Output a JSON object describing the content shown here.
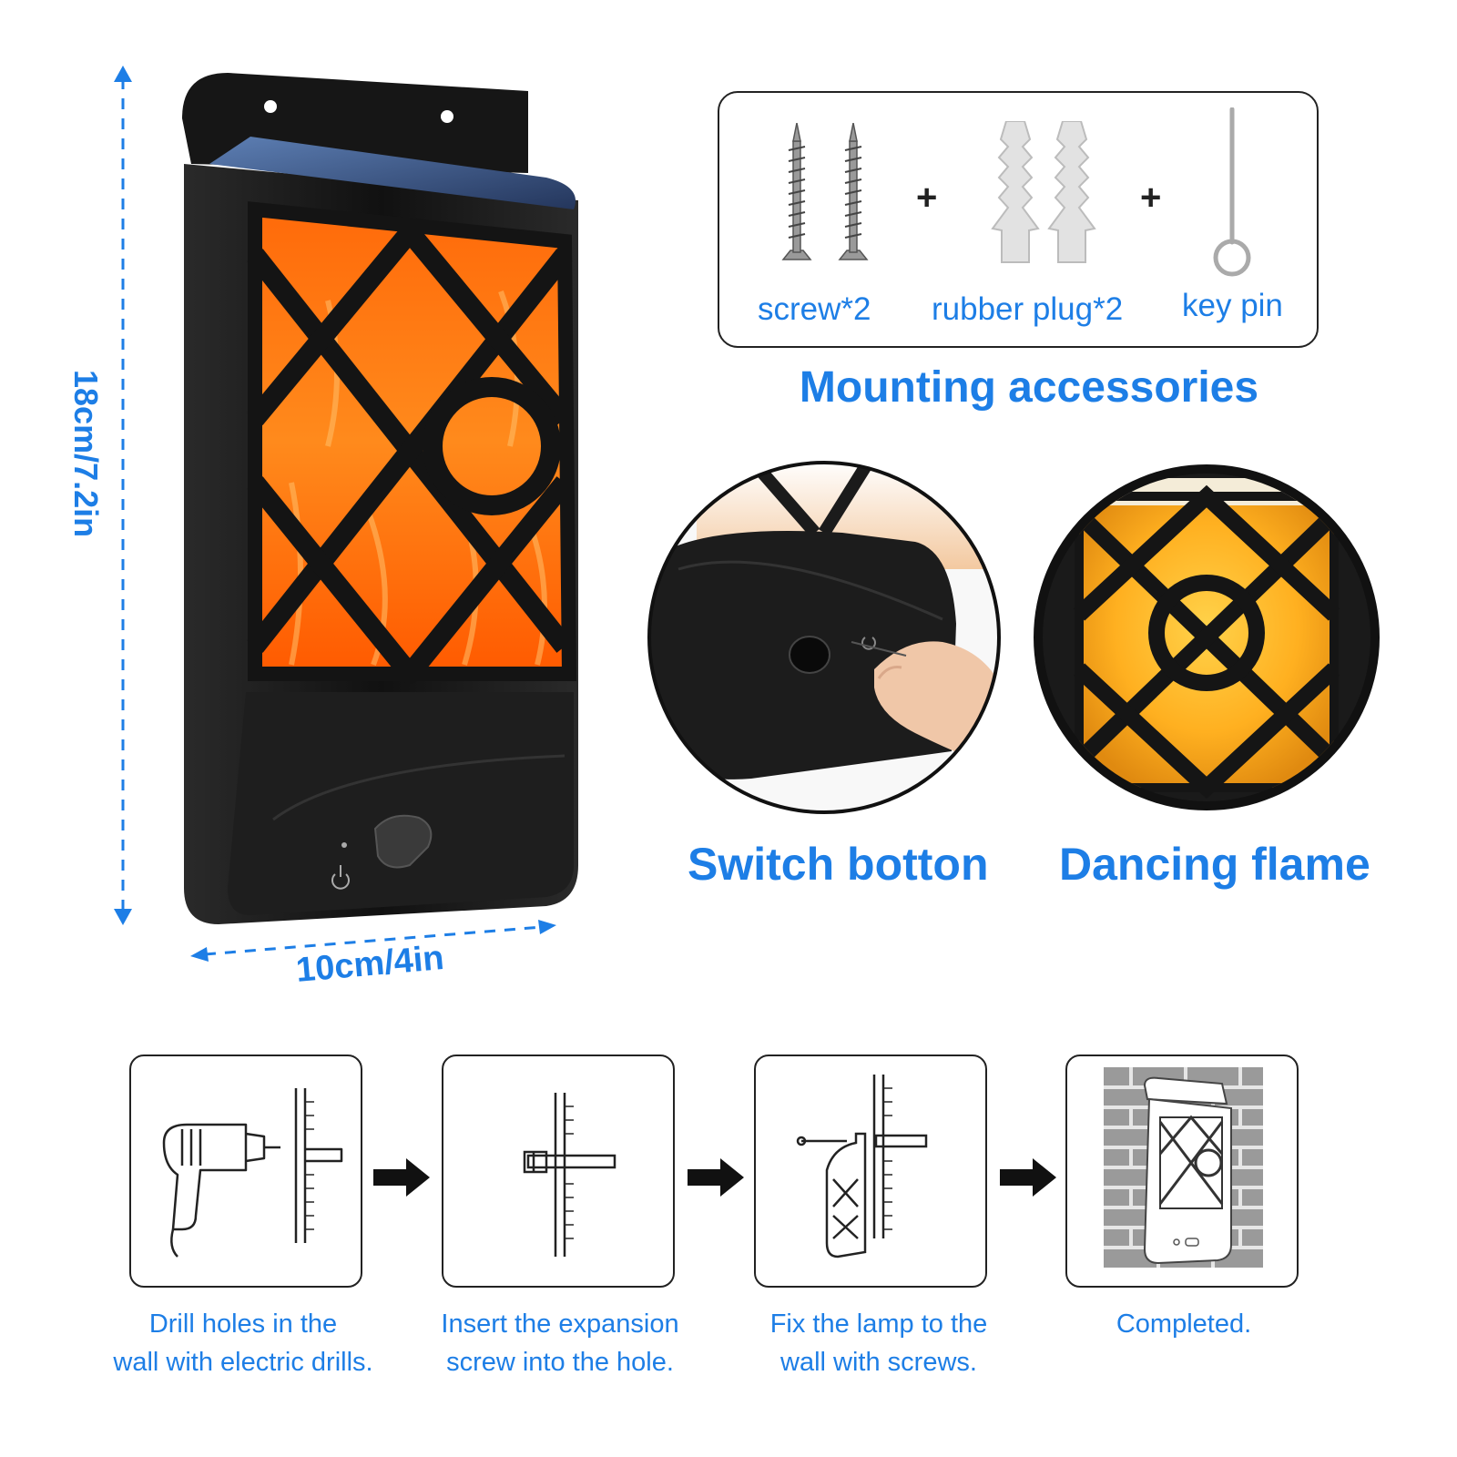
{
  "dimensions": {
    "height": "18cm/7.2in",
    "width": "10cm/4in"
  },
  "accessories": {
    "items": [
      {
        "label": "screw*2",
        "icon": "screw-icon"
      },
      {
        "label": "rubber plug*2",
        "icon": "rubber-plug-icon"
      },
      {
        "label": "key pin",
        "icon": "key-pin-icon"
      }
    ],
    "plus": "+",
    "title": "Mounting accessories"
  },
  "features": {
    "switch": "Switch botton",
    "flame": "Dancing flame"
  },
  "steps": [
    {
      "line1": "Drill holes in the",
      "line2": "wall with electric drills."
    },
    {
      "line1": "Insert the expansion",
      "line2": "screw into the hole."
    },
    {
      "line1": "Fix the lamp to the",
      "line2": "wall with screws."
    },
    {
      "line1": "Completed.",
      "line2": ""
    }
  ],
  "colors": {
    "accent": "#1d7ee6",
    "flame": "#ff8a1c",
    "lamp_body": "#1b1b1b"
  }
}
